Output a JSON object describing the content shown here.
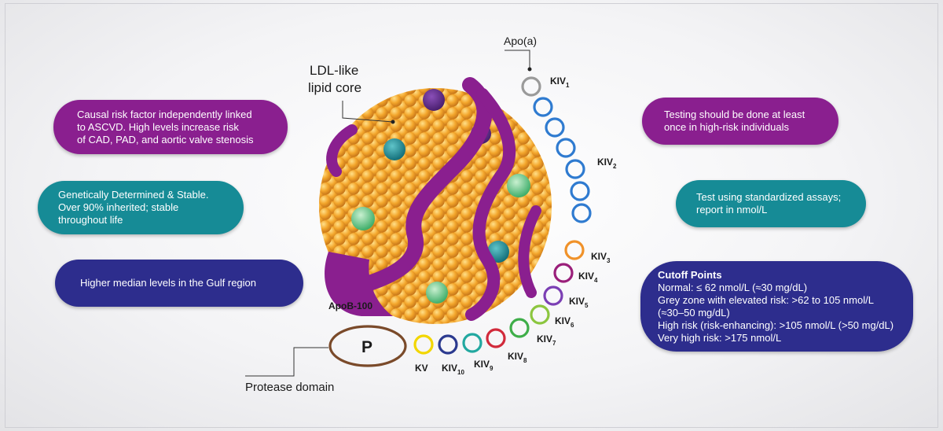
{
  "left_boxes": [
    {
      "lines": [
        "Causal risk factor independently linked",
        "to ASCVD.  High levels increase risk",
        "of CAD, PAD, and aortic valve stenosis"
      ],
      "color": "#8a1f8f"
    },
    {
      "lines": [
        "Genetically Determined & Stable.",
        "Over 90% inherited; stable",
        "throughout life"
      ],
      "color": "#168b96"
    },
    {
      "lines": [
        "Higher median levels in the Gulf region"
      ],
      "color": "#2d2d8d"
    }
  ],
  "right_boxes": [
    {
      "lines": [
        "Testing should be done at least",
        "once in high-risk individuals"
      ],
      "color": "#8a1f8f"
    },
    {
      "lines": [
        "Test using standardized assays;",
        "report in nmol/L"
      ],
      "color": "#168b96"
    }
  ],
  "cutoff": {
    "title": "Cutoff Points",
    "lines": [
      "Normal: ≤ 62 nmol/L (≈30 mg/dL)",
      "Grey zone with elevated risk: >62 to 105 nmol/L",
      "(≈30–50 mg/dL)",
      "High risk (risk-enhancing): >105 nmol/L (>50 mg/dL)",
      "Very high risk: >175 nmol/L"
    ],
    "color": "#2d2d8d"
  },
  "diagram": {
    "lipid_core_label": [
      "LDL-like",
      "lipid core"
    ],
    "apoa_label": "Apo(a)",
    "apob_label": "ApoB-100",
    "protease_letter": "P",
    "protease_label": "Protease domain",
    "kringles": [
      {
        "base": "KIV",
        "sub": "1"
      },
      {
        "base": "KIV",
        "sub": "2"
      },
      {
        "base": "KIV",
        "sub": "3"
      },
      {
        "base": "KIV",
        "sub": "4"
      },
      {
        "base": "KIV",
        "sub": "5"
      },
      {
        "base": "KIV",
        "sub": "6"
      },
      {
        "base": "KIV",
        "sub": "7"
      },
      {
        "base": "KIV",
        "sub": "8"
      },
      {
        "base": "KIV",
        "sub": "9"
      },
      {
        "base": "KIV",
        "sub": "10"
      },
      {
        "base": "KV",
        "sub": ""
      }
    ],
    "ring_colors": {
      "kiv1": "#9a9a9a",
      "kiv2": "#2f7bd0",
      "kiv3": "#f0922a",
      "kiv4": "#9a1f7a",
      "kiv5": "#7b3fb4",
      "kiv6": "#8cc63f",
      "kiv7": "#3fae49",
      "kiv8": "#d12a3b",
      "kiv9": "#22a8a0",
      "kiv10": "#2b3a8f",
      "kv": "#f2d600"
    },
    "protease_color": "#7a4a2a",
    "core_color": "#f3a62c",
    "apob_color": "#8a1f8f"
  }
}
